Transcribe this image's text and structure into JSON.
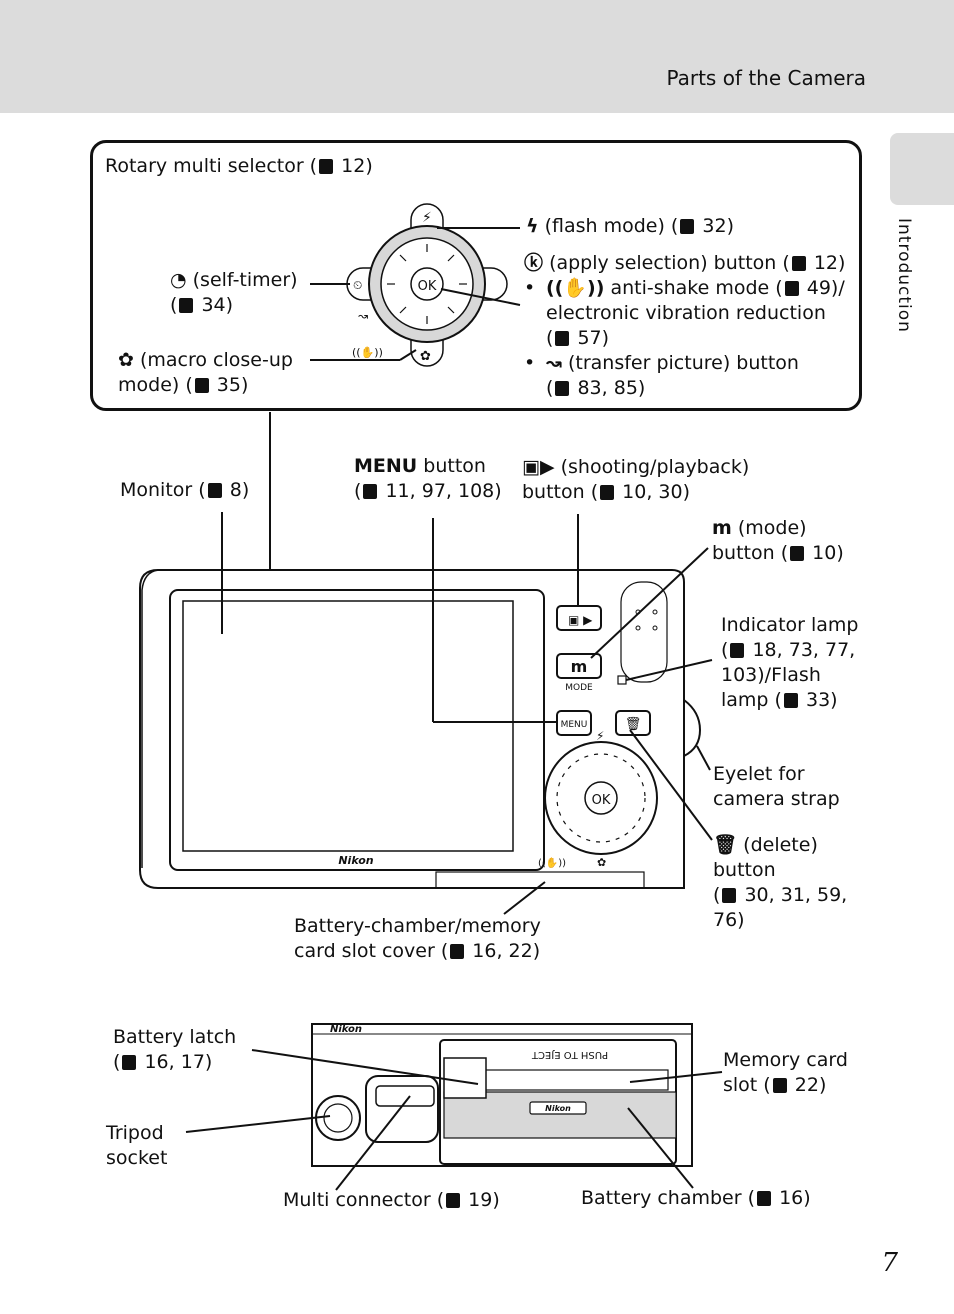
{
  "header": {
    "title": "Parts of the Camera"
  },
  "side_tab": {
    "label": "Introduction"
  },
  "page_number": "7",
  "callout_box": {
    "rotary": "Rotary multi selector (",
    "rotary_ref": "12)",
    "flash": "(flash mode) (",
    "flash_ref": "32)",
    "self_timer_1": "(self-timer)",
    "self_timer_2": "34)",
    "macro_1": "(macro close-up",
    "macro_2": "mode) (",
    "macro_ref": "35)",
    "apply_1": "(apply selection) button (",
    "apply_ref": "12)",
    "apply_b1_a": "anti-shake mode (",
    "apply_b1_ref": "49)/",
    "apply_b1_b": "electronic vibration reduction",
    "apply_b1_c": "57)",
    "apply_b2_a": "(transfer picture) button",
    "apply_b2_b": "83, 85)"
  },
  "labels": {
    "monitor": "Monitor (",
    "monitor_ref": "8)",
    "menu_icon": "MENU",
    "menu_1": "button",
    "menu_2": "11, 97, 108)",
    "shoot_1": "(shooting/playback)",
    "shoot_2": "button (",
    "shoot_ref": "10, 30)",
    "mode_1": "(mode)",
    "mode_2": "button (",
    "mode_ref": "10)",
    "indicator_1": "Indicator lamp",
    "indicator_2": "18, 73, 77,",
    "indicator_3": "103)/Flash",
    "indicator_4": "lamp (",
    "indicator_ref": "33)",
    "eyelet_1": "Eyelet for",
    "eyelet_2": "camera strap",
    "delete_1": "(delete)",
    "delete_2": "button",
    "delete_3": "30, 31, 59,",
    "delete_4": "76)",
    "battery_cover_1": "Battery-chamber/memory",
    "battery_cover_2": "card slot cover (",
    "battery_cover_ref": "16, 22)",
    "battery_latch_1": "Battery latch",
    "battery_latch_2": "16, 17)",
    "tripod_1": "Tripod",
    "tripod_2": "socket",
    "multi_connector": "Multi connector (",
    "multi_connector_ref": "19)",
    "memory_card_1": "Memory card",
    "memory_card_2": "slot (",
    "memory_card_ref": "22)",
    "battery_chamber": "Battery chamber (",
    "battery_chamber_ref": "16)"
  },
  "camera": {
    "brand": "Nikon",
    "ok_label": "OK",
    "mode_sub": "MODE",
    "menu_btn": "MENU",
    "push_eject": "PUSH TO EJECT"
  }
}
